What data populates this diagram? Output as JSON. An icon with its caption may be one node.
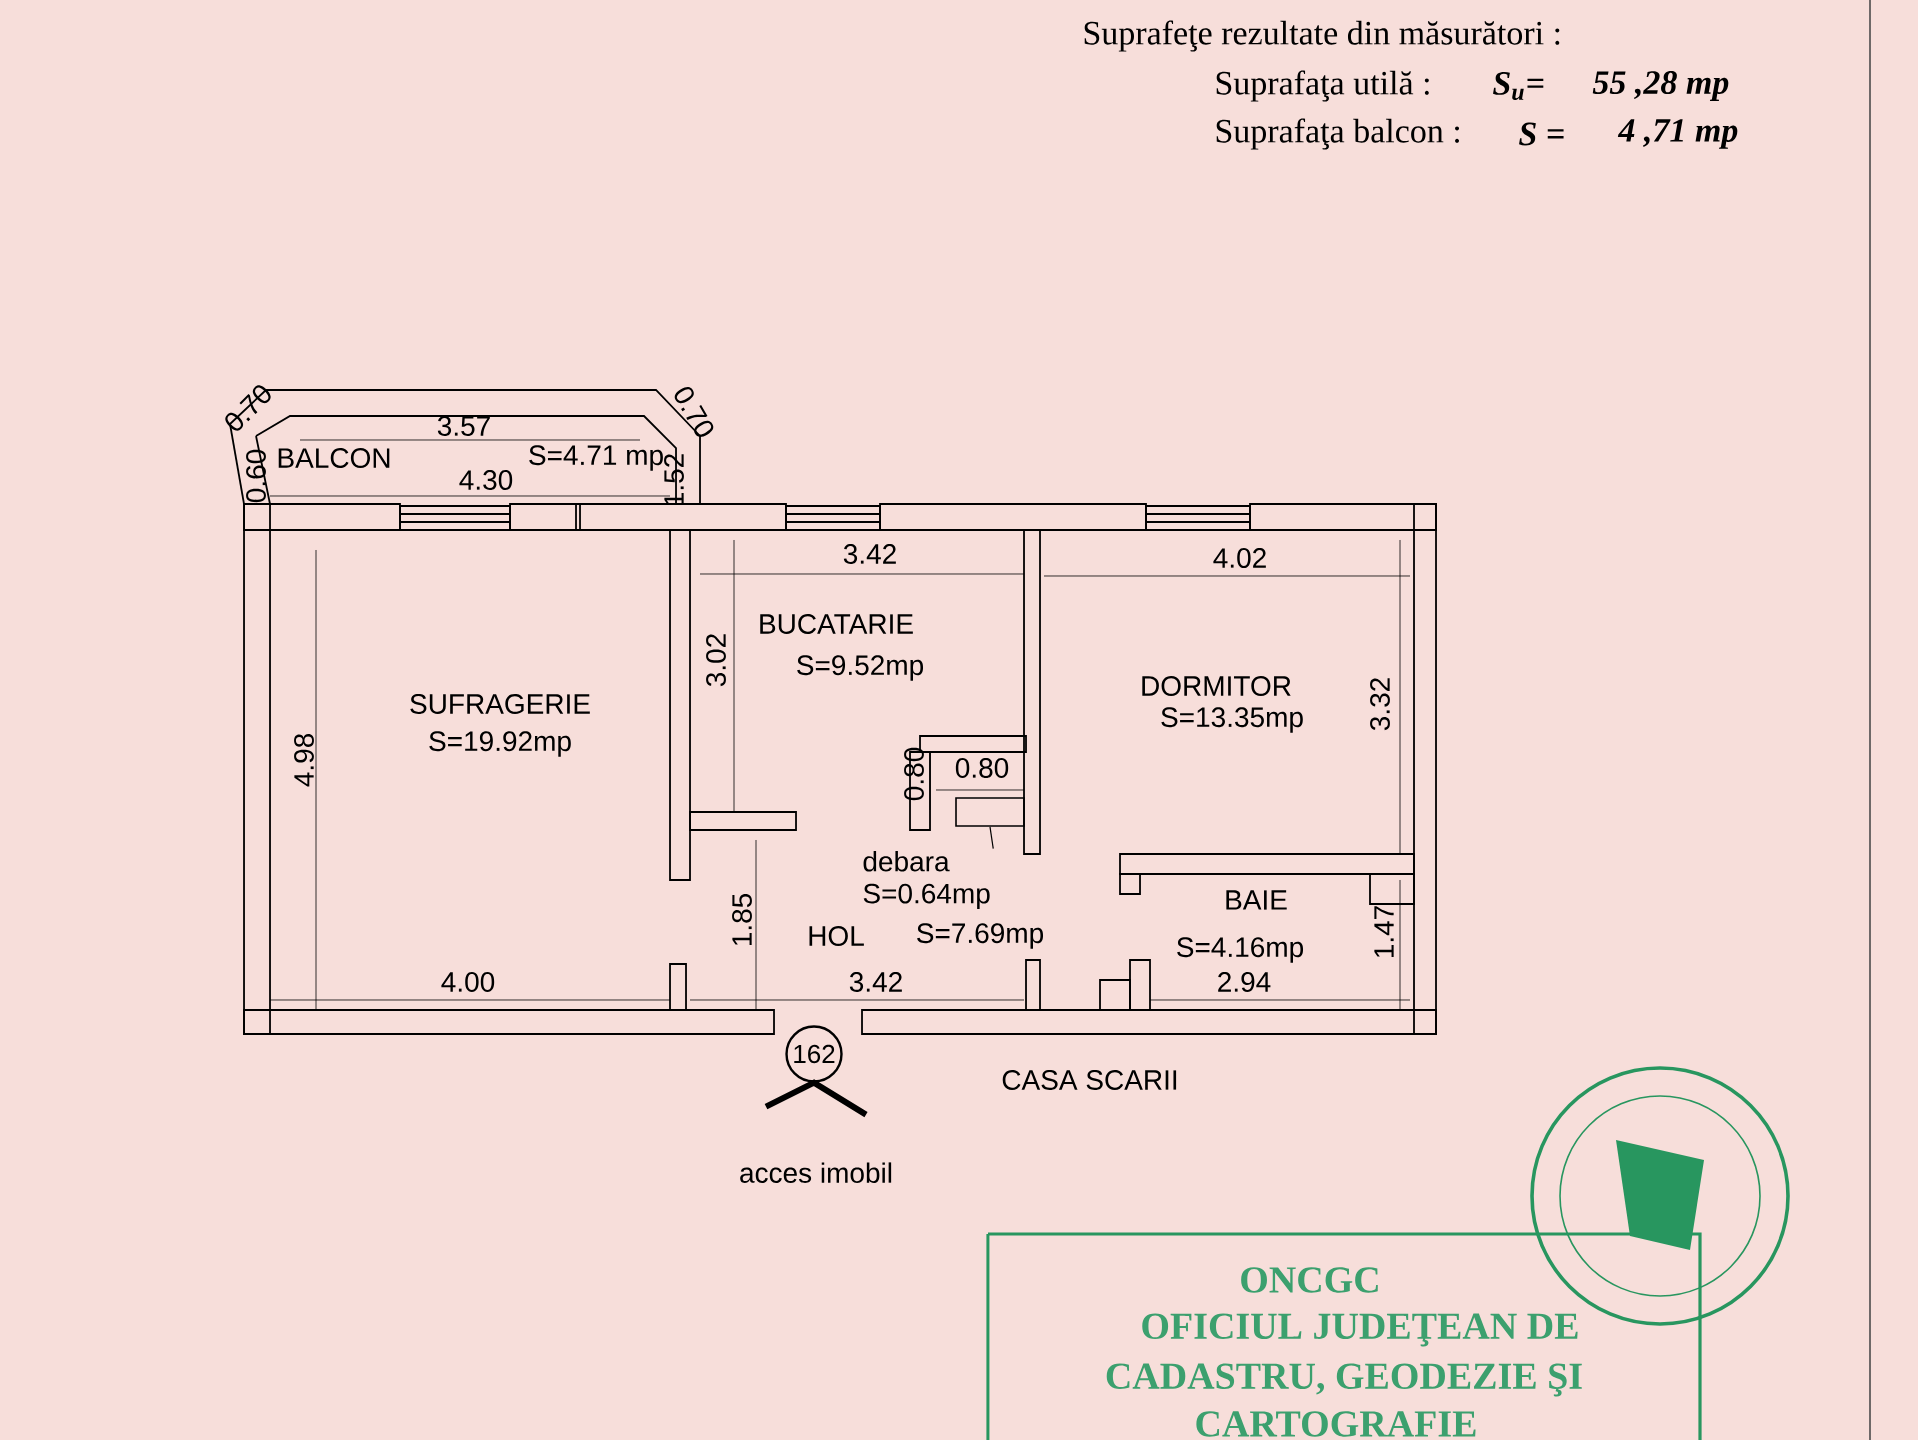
{
  "diagram": {
    "nodes": [
      {
        "text": [
          "162"
        ],
        "beside": [
          "acces imobil"
        ]
      },
      {
        "text": [
          "debara",
          "S=0.64mp"
        ]
      },
      {
        "text": [],
        "shape": "box"
      }
    ],
    "edges": [
      {
        "from": 1,
        "to": 2,
        "arrow": "none"
      }
    ],
    "labels": [
      "Suprafeţe rezultate din măsurători :",
      "Suprafaţa utilă :",
      "S$_{u}$=",
      "55 ,28 mp",
      "Suprafaţa balcon :",
      "S =",
      "4 ,71 mp",
      "0.70",
      "3.57",
      "0.70",
      "BALCON",
      "S=4.71 mp",
      "0.60",
      "4.30",
      "1.52",
      "3.42",
      "4.02",
      "BUCATARIE",
      "S=9.52mp",
      "3.02",
      "SUFRAGERIE",
      "S=19.92mp",
      "DORMITOR",
      "S=13.35mp",
      "3.32",
      "4.98",
      "0.80",
      "0.80",
      "HOL",
      "S=7.69mp",
      "1.85",
      "BAIE",
      "S=4.16mp",
      "1.47",
      "4.00",
      "3.42",
      "2.94",
      "CASA SCARII",
      "ONCGC",
      "OFICIUL JUDEŢEAN DE",
      "CADASTRU, GEODEZIE ŞI",
      "CARTOGRAFIE"
    ]
  }
}
